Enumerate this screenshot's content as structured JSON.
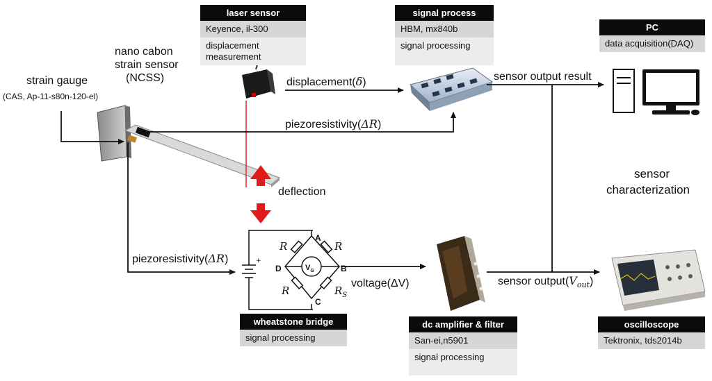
{
  "cards": {
    "laser": {
      "title": "laser sensor",
      "line1": "Keyence, il-300",
      "line2a": "displacement",
      "line2b": "measurement"
    },
    "signal": {
      "title": "signal process",
      "line1": "HBM, mx840b",
      "line2": "signal processing"
    },
    "pc": {
      "title": "PC",
      "line1": "data acquisition(DAQ)"
    },
    "wheatstone": {
      "title": "wheatstone bridge",
      "line1": "signal processing"
    },
    "amp": {
      "title": "dc amplifier & filter",
      "line1": "San-ei,n5901",
      "line2": "signal processing"
    },
    "osc": {
      "title": "oscilloscope",
      "line1": "Tektronix, tds2014b"
    }
  },
  "labels": {
    "ncss_1": "nano cabon",
    "ncss_2": "strain sensor",
    "ncss_3": "(NCSS)",
    "gauge_1": "strain gauge",
    "gauge_2": "(CAS, Ap-11-s80n-120-el)",
    "displacement": "displacement(",
    "delta": "δ",
    "close_paren": ")",
    "piezo_top": "piezoresistivity(",
    "piezo_left": "piezoresistivity(",
    "delta_r": "ΔR",
    "sensor_output_result": "sensor output result",
    "deflection": "deflection",
    "sensor_char_1": "sensor",
    "sensor_char_2": "characterization",
    "voltage": "voltage(ΔV)",
    "sensor_output": "sensor output(",
    "vout_v": "V",
    "vout_sub": "out",
    "node_a": "A",
    "node_b": "B",
    "node_c": "C",
    "node_d": "D",
    "r": "R",
    "rs": "R",
    "rs_sub": "S",
    "vg": "V",
    "vg_sub": "G"
  }
}
